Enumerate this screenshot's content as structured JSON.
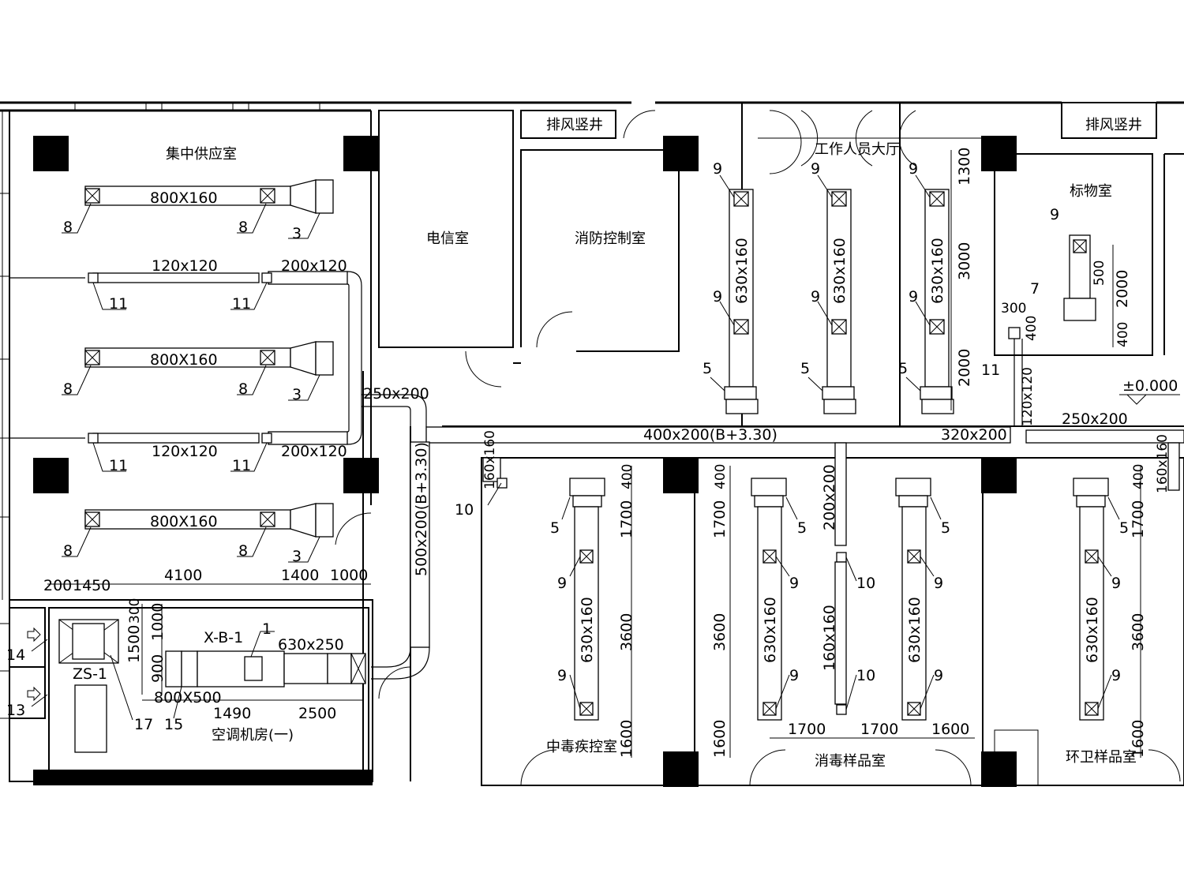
{
  "rooms": {
    "central_supply": "集中供应室",
    "telecom": "电信室",
    "fire_control": "消防控制室",
    "exhaust_shaft_left": "排风竖井",
    "exhaust_shaft_right": "排风竖井",
    "staff_hall": "工作人员大厅",
    "specimen": "标物室",
    "poison_control": "中毒疾控室",
    "disinfection_sample": "消毒样品室",
    "sanitation_sample": "环卫样品室",
    "ahu_room": "空调机房(一)"
  },
  "ducts": {
    "d800x160": "800X160",
    "d120x120": "120x120",
    "d200x120": "200x120",
    "d250x200": "250x200",
    "d630x160": "630x160",
    "d400x200": "400x200(B+3.30)",
    "d500x200": "500x200(B+3.30)",
    "d320x200": "320x200",
    "d200x200": "200x200",
    "d160x160": "160x160",
    "d120x120v": "120x120",
    "d630x250": "630x250",
    "d800x500": "800X500"
  },
  "equipment": {
    "xb1": "X-B-1",
    "zs1": "ZS-1"
  },
  "tags": {
    "t1": "1",
    "t3": "3",
    "t5": "5",
    "t7": "7",
    "t8": "8",
    "t9": "9",
    "t10": "10",
    "t11": "11",
    "t13": "13",
    "t14": "14",
    "t15": "15",
    "t17": "17"
  },
  "dims": {
    "d4100": "4100",
    "d1400": "1400",
    "d1000": "1000",
    "d200": "200",
    "d1450": "1450",
    "d1300": "1300",
    "d3000": "3000",
    "d2000": "2000",
    "d300": "300",
    "d400": "400",
    "d1700": "1700",
    "d3600": "3600",
    "d1600": "1600",
    "d1500": "1500",
    "d900": "900",
    "d1490": "1490",
    "d2500": "2500",
    "d500": "500"
  },
  "elevation": "±0.000"
}
